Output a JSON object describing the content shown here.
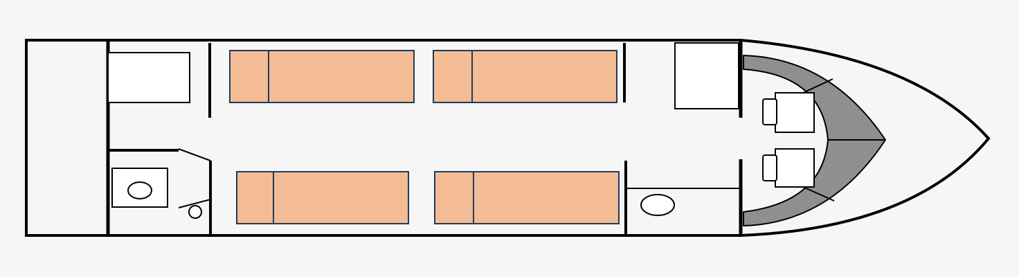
{
  "diagram": {
    "type": "aircraft-cabin-floor-plan",
    "colors": {
      "background": "#f6f6f6",
      "wall": "#000000",
      "fixture_fill": "#ffffff",
      "bed_fill": "#f3bc94",
      "bed_stroke": "#203a58",
      "cockpit_console_fill": "#8f8f8f"
    },
    "zones": [
      {
        "id": "aft-cargo",
        "kind": "cargo-hold"
      },
      {
        "id": "aft-storage",
        "kind": "storage-cabinet"
      },
      {
        "id": "lavatory",
        "kind": "lavatory",
        "fixtures": [
          "toilet",
          "sink"
        ]
      },
      {
        "id": "main-cabin",
        "kind": "berth-cabin",
        "berth_count": 4
      },
      {
        "id": "galley-cabinet",
        "kind": "cabinet"
      },
      {
        "id": "forward-lavatory",
        "kind": "lavatory",
        "fixtures": [
          "toilet"
        ]
      },
      {
        "id": "cockpit",
        "kind": "cockpit",
        "pilot_seat_count": 2
      }
    ],
    "berths": [
      {
        "id": "berth-upper-aft",
        "side": "upper",
        "position": "aft"
      },
      {
        "id": "berth-upper-forward",
        "side": "upper",
        "position": "forward"
      },
      {
        "id": "berth-lower-aft",
        "side": "lower",
        "position": "aft"
      },
      {
        "id": "berth-lower-forward",
        "side": "lower",
        "position": "forward"
      }
    ]
  }
}
